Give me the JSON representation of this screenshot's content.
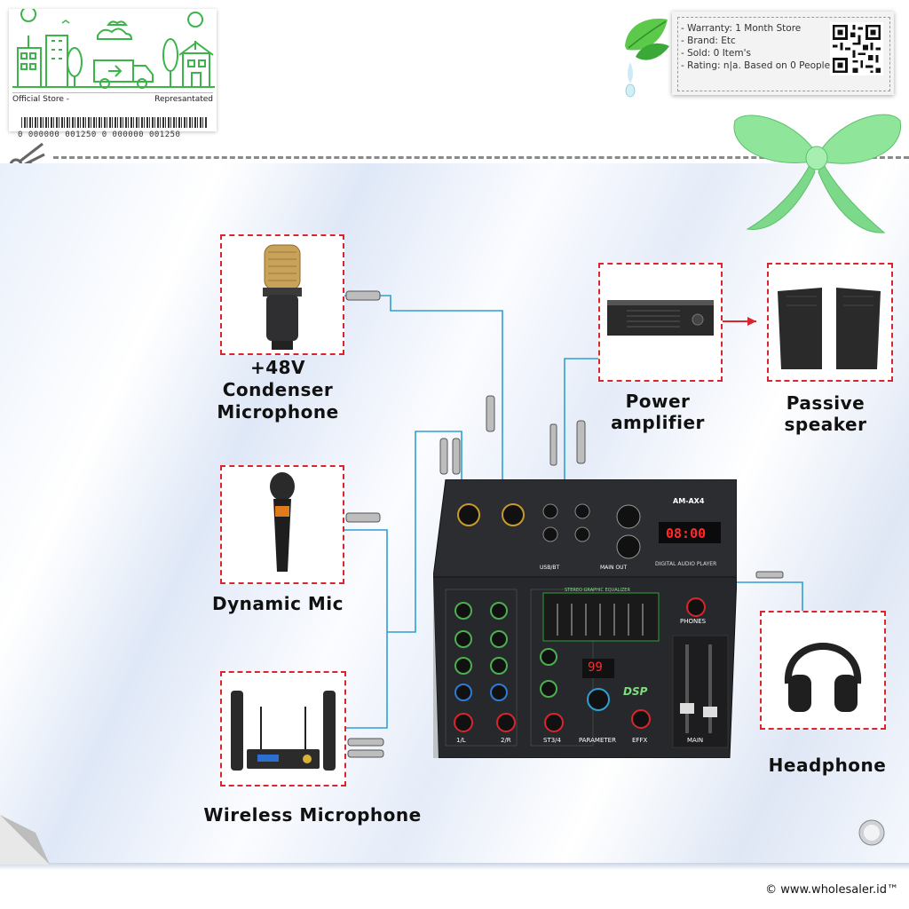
{
  "store": {
    "left_label": "Official Store -",
    "right_label": "Represantated",
    "barcode_number": "0 000000 001250 0 000000 001250"
  },
  "info": {
    "lines": [
      "- Warranty: 1 Month Store",
      "- Brand: Etc",
      "- Sold: 0 Item's",
      "- Rating: n|a. Based on 0 People"
    ]
  },
  "labels": {
    "condenser_l1": "+48V",
    "condenser_l2": "Condenser",
    "condenser_l3": "Microphone",
    "dynamic": "Dynamic Mic",
    "wireless": "Wireless Microphone",
    "power_amp": "Power amplifier",
    "passive_speaker": "Passive speaker",
    "headphone": "Headphone"
  },
  "mixer": {
    "model": "AM-AX4",
    "display": "08:00",
    "dsp_value": "99",
    "dsp_badge": "DSP",
    "section_labels": [
      "1/L",
      "2/R",
      "ST3/4",
      "PARAMETER",
      "EFFX",
      "MAIN"
    ],
    "player_label": "DIGITAL AUDIO PLAYER",
    "eq_label": "STEREO GRAPHIC EQUALIZER",
    "phones_label": "PHONES",
    "main_out_label": "MAIN OUT",
    "usb_label": "USB/BT"
  },
  "footer": "© www.wholesaler.id™",
  "colors": {
    "wire": "#2e9fd4",
    "box_border": "#d9262e",
    "brand_green": "#3bb44a",
    "bow_green": "#8fe59a"
  }
}
